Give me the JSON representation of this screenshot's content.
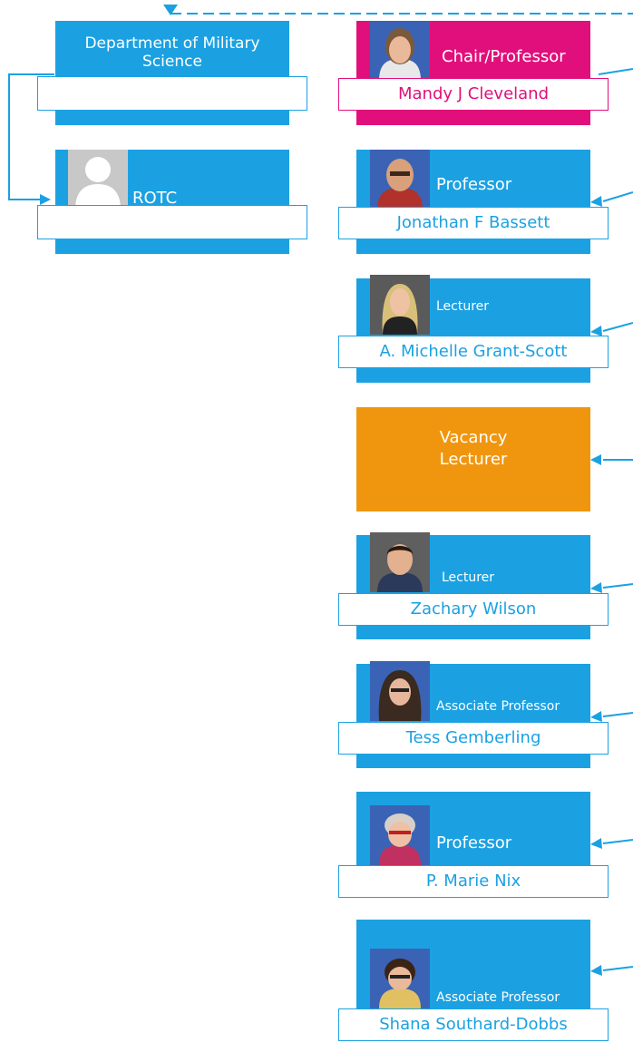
{
  "colors": {
    "blue": "#1ba1e2",
    "pink": "#e10f7b",
    "orange": "#f0960e",
    "name_text_blue": "#1ba1e2",
    "name_text_pink": "#e10f7b"
  },
  "units": {
    "department": {
      "title_line1": "Department of Military",
      "title_line2": "Science",
      "name": ""
    },
    "rotc": {
      "title": "ROTC",
      "name": "",
      "icon": "person-silhouette-icon"
    }
  },
  "people": [
    {
      "title": "Chair/Professor",
      "name": "Mandy J Cleveland",
      "color": "#e10f7b",
      "icon": "person-photo-icon"
    },
    {
      "title": "Professor",
      "name": "Jonathan F Bassett",
      "color": "#1ba1e2",
      "icon": "person-photo-icon"
    },
    {
      "title": "Lecturer",
      "name": "A. Michelle Grant-Scott",
      "color": "#1ba1e2",
      "icon": "person-photo-icon"
    },
    {
      "title": "Lecturer",
      "name": "Zachary Wilson",
      "color": "#1ba1e2",
      "icon": "person-photo-icon"
    },
    {
      "title": "Associate Professor",
      "name": "Tess Gemberling",
      "color": "#1ba1e2",
      "icon": "person-photo-icon"
    },
    {
      "title": "Professor",
      "name": "P. Marie  Nix",
      "color": "#1ba1e2",
      "icon": "person-photo-icon"
    },
    {
      "title": "Associate Professor",
      "name": "Shana Southard-Dobbs",
      "color": "#1ba1e2",
      "icon": "person-photo-icon"
    }
  ],
  "vacancy": {
    "line1": "Vacancy",
    "line2": "Lecturer",
    "color": "#f0960e"
  }
}
